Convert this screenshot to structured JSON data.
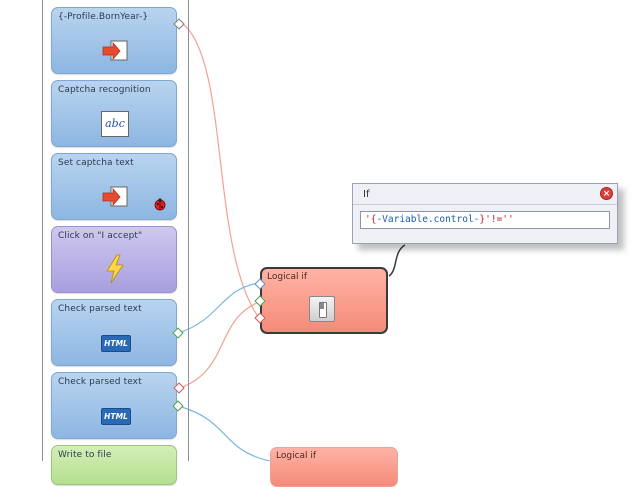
{
  "nodes": [
    {
      "title": "{-Profile.BornYear-}",
      "icon": "exit-arrow-icon"
    },
    {
      "title": "Captcha recognition",
      "icon": "captcha-icon"
    },
    {
      "title": "Set captcha text",
      "icon": "exit-arrow-icon",
      "badge": "bug-icon"
    },
    {
      "title": "Click on \"I accept\"",
      "icon": "lightning-icon"
    },
    {
      "title": "Check parsed text",
      "icon": "html-icon"
    },
    {
      "title": "Check parsed text",
      "icon": "html-icon"
    },
    {
      "title": "Write to file",
      "icon": ""
    }
  ],
  "icon_text": {
    "html": "HTML",
    "captcha": "abc"
  },
  "logic_nodes": [
    {
      "title": "Logical if",
      "icon": "switch-icon"
    },
    {
      "title": "Logical if"
    }
  ],
  "popup": {
    "title": "If",
    "close_glyph": "×",
    "expression_prefix": "'{",
    "expression_var": "-Variable.control-",
    "expression_suffix": "}'!=''"
  },
  "colors": {
    "action_node": "#8db6e2",
    "click_node": "#a79fdf",
    "write_node": "#b4df90",
    "logic_node": "#f48b79",
    "success_link": "#7ab6e0",
    "fail_link": "#f3a191"
  }
}
